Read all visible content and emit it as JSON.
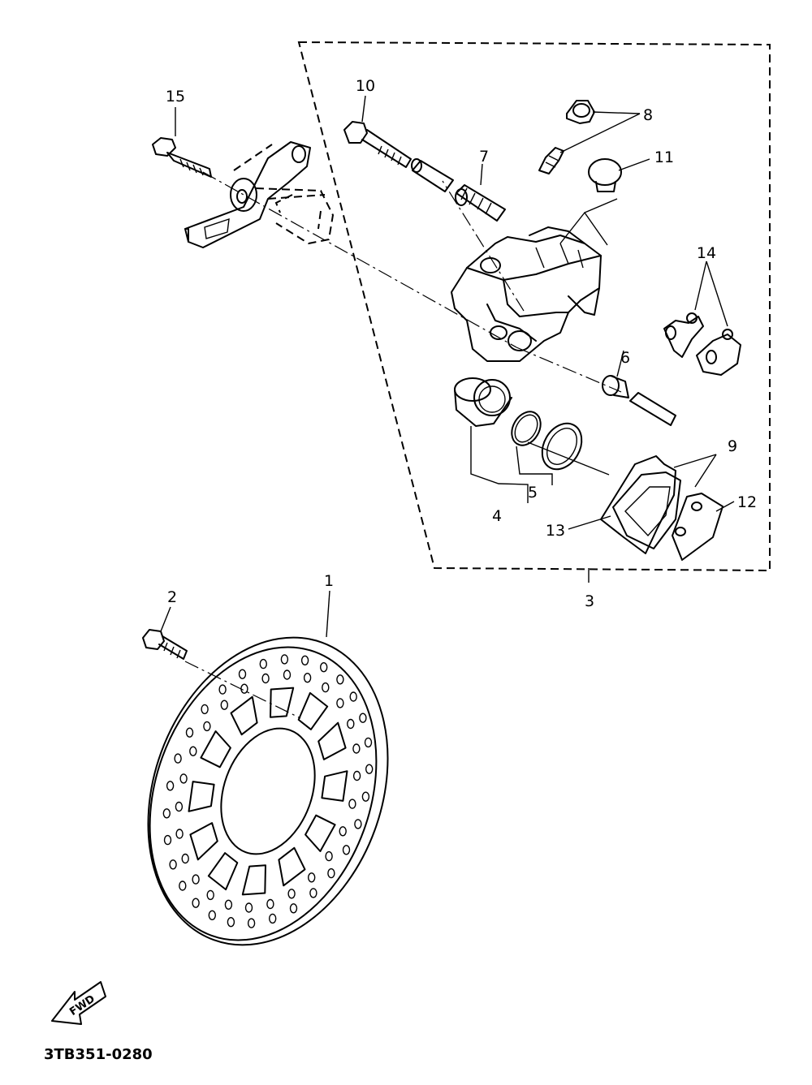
{
  "diagram": {
    "drawing_code": "3TB351-0280",
    "direction_label": "FWD",
    "callouts": [
      {
        "id": "c1",
        "text": "1"
      },
      {
        "id": "c2",
        "text": "2"
      },
      {
        "id": "c3",
        "text": "3"
      },
      {
        "id": "c4",
        "text": "4"
      },
      {
        "id": "c5",
        "text": "5"
      },
      {
        "id": "c6",
        "text": "6"
      },
      {
        "id": "c7",
        "text": "7"
      },
      {
        "id": "c8",
        "text": "8"
      },
      {
        "id": "c9",
        "text": "9"
      },
      {
        "id": "c10",
        "text": "10"
      },
      {
        "id": "c11",
        "text": "11"
      },
      {
        "id": "c12",
        "text": "12"
      },
      {
        "id": "c13",
        "text": "13"
      },
      {
        "id": "c14",
        "text": "14"
      },
      {
        "id": "c15",
        "text": "15"
      }
    ]
  }
}
